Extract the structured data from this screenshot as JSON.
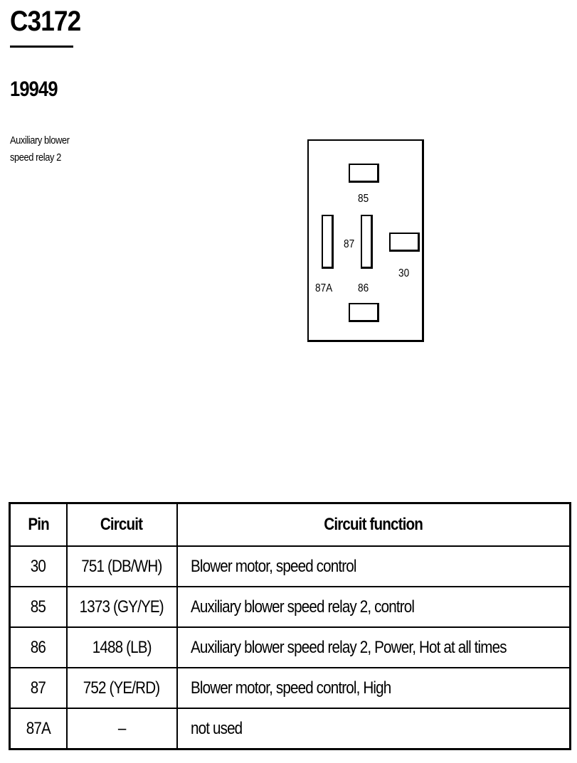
{
  "connector": {
    "id": "C3172",
    "part_number": "19949",
    "description_lines": [
      "Auxiliary blower",
      "speed relay 2"
    ]
  },
  "diagram": {
    "pins": {
      "p85": "85",
      "p87": "87",
      "p30": "30",
      "p87a": "87A",
      "p86": "86"
    }
  },
  "table": {
    "headers": {
      "pin": "Pin",
      "circuit": "Circuit",
      "function": "Circuit function"
    },
    "rows": [
      {
        "pin": "30",
        "circuit": "751 (DB/WH)",
        "function": "Blower motor, speed control"
      },
      {
        "pin": "85",
        "circuit": "1373 (GY/YE)",
        "function": "Auxiliary blower speed relay 2, control"
      },
      {
        "pin": "86",
        "circuit": "1488 (LB)",
        "function": "Auxiliary blower speed relay 2, Power, Hot at all times"
      },
      {
        "pin": "87",
        "circuit": "752 (YE/RD)",
        "function": "Blower motor, speed control, High"
      },
      {
        "pin": "87A",
        "circuit": "–",
        "function": "not used"
      }
    ]
  }
}
